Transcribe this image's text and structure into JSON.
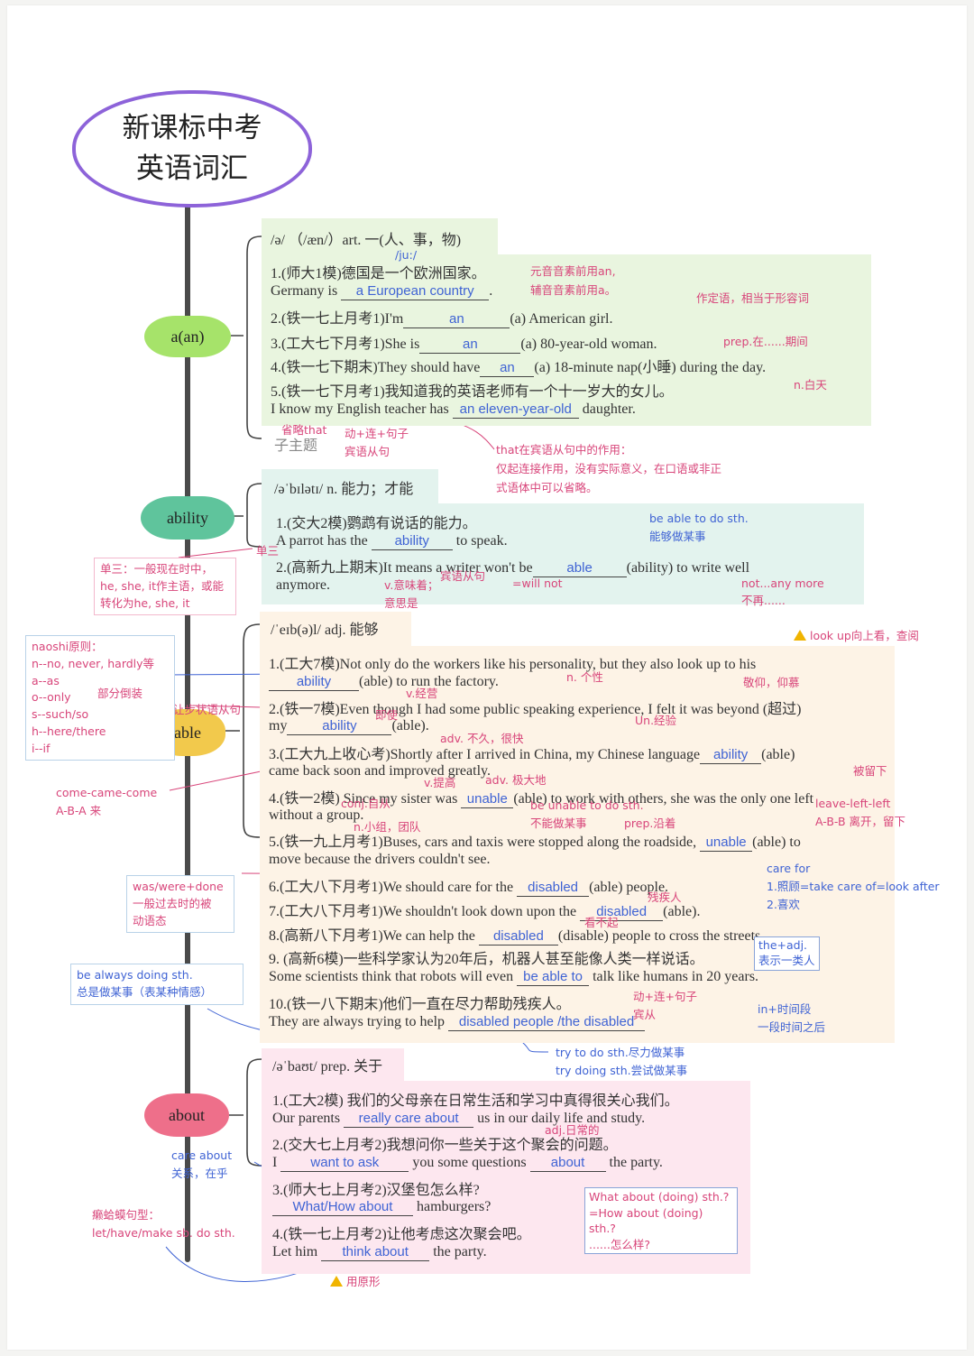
{
  "title": {
    "line1": "新课标中考",
    "line2": "英语词汇"
  },
  "nodes": {
    "a_an": "a(an)",
    "ability": "ability",
    "able": "able",
    "about": "about"
  },
  "colors": {
    "title_border": "#8d63d9",
    "node_a_an": "#a6e36a",
    "node_ability": "#5fc49c",
    "node_able": "#f2c94c",
    "node_about": "#ee6f8a",
    "panel_green": "#e9f5df",
    "panel_teal": "#e3f3ee",
    "panel_peach": "#fdf3e6",
    "panel_pink": "#fde7ef",
    "answer_blue": "#3f63d4",
    "note_pink": "#d8457a"
  },
  "sec_a": {
    "header": "/ə/ （/æn/）art. 一(人、事，物)",
    "l1": "1.(师大1模)德国是一个欧洲国家。",
    "l2": {
      "pre": "Germany is",
      "ans": "a European country",
      "post": "."
    },
    "l3": {
      "pre": "2.(铁一七上月考1)I'm",
      "ans": "an",
      "post": "(a) American girl."
    },
    "l4": {
      "pre": "3.(工大七下月考1)She is",
      "ans": "an",
      "post": "(a) 80-year-old woman."
    },
    "l5": {
      "pre": "4.(铁一七下期末)They should have",
      "ans": "an",
      "post": "(a) 18-minute nap(小睡) during the day."
    },
    "l6": "5.(铁一七下月考1)我知道我的英语老师有一个十一岁大的女儿。",
    "l7": {
      "pre": "I know my English teacher has",
      "ans": "an eleven-year-old",
      "post": "daughter."
    },
    "l8": "子主题",
    "notes": {
      "ju": "/ju:/",
      "vowel1": "元音音素前用an,",
      "vowel2": "辅音音素前用a。",
      "attr": "作定语，相当于形容词",
      "prep": "prep.在......期间",
      "nday": "n.白天",
      "omit": "省略that",
      "clause1": "动+连+句子",
      "clause2": "宾语从句",
      "that1": "that在宾语从句中的作用：",
      "that2": "仅起连接作用，没有实际意义，在口语或非正",
      "that3": "式语体中可以省略。"
    }
  },
  "sec_ability": {
    "header": "/əˈbɪlətɪ/ n. 能力；才能",
    "l1": "1.(交大2模)鹦鹉有说话的能力。",
    "l2": {
      "pre": "A parrot has the",
      "ans": "ability",
      "post": "to speak."
    },
    "l3": {
      "pre": "2.(高新九上期末)It means a writer won't be",
      "ans": "able",
      "post": "(ability) to write well"
    },
    "l4": "anymore.",
    "notes": {
      "beable1": "be able to do sth.",
      "beable2": "能够做某事",
      "dan": "单三",
      "mean1": "v.意味着；",
      "mean2": "意思是",
      "obj": "宾语从句",
      "willnot": "=will not",
      "notany1": "not...any more",
      "notany2": "不再......"
    },
    "box": {
      "l1": "单三：一般现在时中，",
      "l2": "he, she, it作主语，或能",
      "l3": "转化为he, she, it"
    }
  },
  "sec_able": {
    "header": "/ˈeɪb(ə)l/ adj. 能够",
    "l1": "1.(工大7模)Not only do the workers like his personality, but they also look up to his",
    "l2": {
      "ans": "ability",
      "post": "(able) to run the factory."
    },
    "l3": "2.(铁一7模)Even though I had some public speaking experience, I felt it was beyond (超过)",
    "l4": {
      "pre": "my",
      "ans": "ability",
      "post": "(able)."
    },
    "l5": {
      "pre": "3.(工大九上收心考)Shortly after I arrived in China, my Chinese language",
      "ans": "ability",
      "post": "(able)"
    },
    "l6": "came back soon and improved greatly.",
    "l7": {
      "pre": "4.(铁一2模) Since my sister was",
      "ans": "unable",
      "post": "(able) to work with others, she was the only one left"
    },
    "l8": "without a group.",
    "l9": {
      "pre": "5.(铁一九上月考1)Buses, cars and taxis were stopped along the roadside,",
      "ans": "unable",
      "post": "(able) to"
    },
    "l10": "move because the drivers couldn't see.",
    "l11": {
      "pre": "6.(工大八下月考1)We should care for the",
      "ans": "disabled",
      "post": "(able) people."
    },
    "l12": {
      "pre": "7.(工大八下月考1)We shouldn't look down upon the",
      "ans": "disabled",
      "post": "(able)."
    },
    "l13": {
      "pre": "8.(高新八下月考1)We can help the",
      "ans": "disabled",
      "post": "(disable) people to cross the streets."
    },
    "l14": "9. (高新6模)一些科学家认为20年后，机器人甚至能像人类一样说话。",
    "l15": {
      "pre": "Some scientists think that robots will even",
      "ans": "be able to",
      "post": "talk like humans in 20 years."
    },
    "l16": "10.(铁一八下期末)他们一直在尽力帮助残疾人。",
    "l17": {
      "pre": "They are always trying to help",
      "ans": "disabled people /the disabled",
      "post": ""
    },
    "notes": {
      "lookup": "look up向上看，查阅",
      "ge": "n. 个性",
      "jingyang": "敬仰，仰慕",
      "jingying": "v.经营",
      "jishi": "即使",
      "jingyan": "Un.经验",
      "buj": "adv. 不久，很快",
      "tigao": "v.提高",
      "jida": "adv. 极大地",
      "beunable": "be unable to do sth.",
      "bunengzuo": "不能做某事",
      "liuxia": "被留下",
      "leave": "leave-left-left",
      "abb": "A-B-B 离开，留下",
      "conj": "conj.自从",
      "xiaozu": "n.小组，团队",
      "yanzhe": "prep.沿着",
      "careFor": "care for",
      "care1": "1.照顾=take care of=look after",
      "care2": "2.喜欢",
      "canji": "残疾人",
      "kanbuqi": "看不起",
      "theadj1": "the+adj.",
      "theadj2": "表示一类人",
      "dong": "动+连+句子",
      "bin": "宾从",
      "inyear1": "in+时间段",
      "inyear2": "一段时间之后",
      "rang": "让步状语从句"
    },
    "box_naoshi": {
      "t": "naoshi原则：",
      "l1": "n--no, never, hardly等",
      "l2": "a--as",
      "l3": "o--only",
      "l4": "s--such/so",
      "l5": "h--here/there",
      "l6": "i--if",
      "side": "部分倒装"
    },
    "come": {
      "l1": "come-came-come",
      "l2": "A-B-A 来"
    },
    "box_pass": {
      "l1": "was/were+done",
      "l2": "一般过去时的被",
      "l3": "动语态"
    },
    "box_always": {
      "l1": "be always doing sth.",
      "l2": "总是做某事（表某种情感）"
    }
  },
  "sec_about": {
    "header": "/əˈbaʊt/ prep. 关于",
    "l1": "1.(工大2模) 我们的父母亲在日常生活和学习中真得很关心我们。",
    "l2": {
      "pre": "Our parents",
      "ans": "really care about",
      "post": "us in our daily life and study."
    },
    "l3": "2.(交大七上月考2)我想问你一些关于这个聚会的问题。",
    "l4": {
      "pre": "I",
      "ans": "want to ask",
      "mid": "you some questions",
      "ans2": "about",
      "post": "the party."
    },
    "l5": "3.(师大七上月考2)汉堡包怎么样?",
    "l6": {
      "ans": "What/How about",
      "post": "hamburgers?"
    },
    "l7": "4.(铁一七上月考2)让他考虑这次聚会吧。",
    "l8": {
      "pre": "Let him",
      "ans": "think about",
      "post": "the party."
    },
    "notes": {
      "try1": "try to do sth.尽力做某事",
      "try2": "try doing sth.尝试做某事",
      "daily": "adj.日常的",
      "careAbout1": "care about",
      "careAbout2": "关系，在乎",
      "lai1": "癞蛤蟆句型：",
      "lai2": "let/have/make sb. do sth.",
      "yuanxing": "用原形"
    },
    "box_what": {
      "l1": "What about (doing) sth.?",
      "l2": "=How about (doing) sth.?",
      "l3": "......怎么样?"
    }
  }
}
